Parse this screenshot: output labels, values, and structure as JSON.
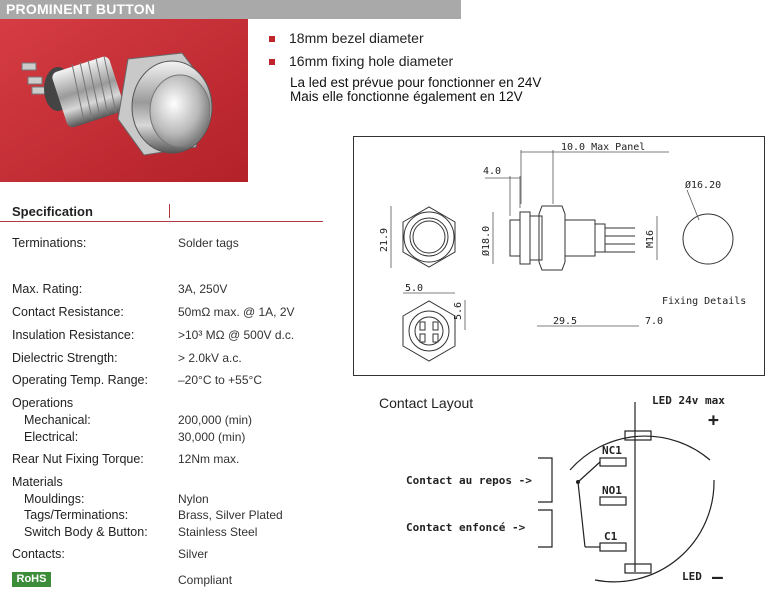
{
  "header": {
    "title": "PROMINENT BUTTON"
  },
  "features": [
    "18mm bezel diameter",
    "16mm fixing hole diameter"
  ],
  "note": {
    "line1": "La led est prévue pour fonctionner en 24V",
    "line2": "Mais elle fonctionne également en 12V"
  },
  "specification": {
    "heading": "Specification",
    "rows": [
      {
        "label": "Terminations:",
        "value": "Solder tags"
      },
      {
        "label": "Max. Rating:",
        "value": "3A, 250V"
      },
      {
        "label": "Contact Resistance:",
        "value": "50mΩ max. @ 1A, 2V"
      },
      {
        "label": "Insulation Resistance:",
        "value": ">10³ MΩ @ 500V d.c."
      },
      {
        "label": "Dielectric Strength:",
        "value": "> 2.0kV a.c."
      },
      {
        "label": "Operating Temp. Range:",
        "value": "–20°C to +55°C"
      },
      {
        "label": "Operations",
        "value": ""
      },
      {
        "label": "Mechanical:",
        "value": "200,000 (min)"
      },
      {
        "label": "Electrical:",
        "value": "30,000 (min)"
      },
      {
        "label": "Rear Nut Fixing Torque:",
        "value": "12Nm max."
      },
      {
        "label": "Materials",
        "value": ""
      },
      {
        "label": "Mouldings:",
        "value": "Nylon"
      },
      {
        "label": "Tags/Terminations:",
        "value": "Brass, Silver Plated"
      },
      {
        "label": "Switch Body & Button:",
        "value": "Stainless Steel"
      },
      {
        "label": "Contacts:",
        "value": "Silver"
      }
    ],
    "rohs_badge": "RoHS",
    "rohs_value": "Compliant"
  },
  "drawing": {
    "dim_panel": "10.0 Max Panel",
    "dim_4": "4.0",
    "dim_bezel": "Ø16.20",
    "dim_21_9": "21.9",
    "dim_18": "Ø18.0",
    "dim_m16": "M16",
    "dim_5_0": "5.0",
    "dim_5_6": "5.6",
    "dim_29_5": "29.5",
    "dim_7_0": "7.0",
    "fixing_details": "Fixing Details"
  },
  "contact_layout": {
    "title": "Contact Layout",
    "led_top": "LED 24v max",
    "plus": "+",
    "nc1": "NC1",
    "no1": "NO1",
    "c1": "C1",
    "repos": "Contact au repos ->",
    "enfonce": "Contact enfoncé  ->",
    "led_bottom": "LED",
    "minus": "–"
  },
  "colors": {
    "accent_red": "#c0242c",
    "title_bar": "#a9a9a9",
    "rohs_green": "#3d8c3a"
  }
}
